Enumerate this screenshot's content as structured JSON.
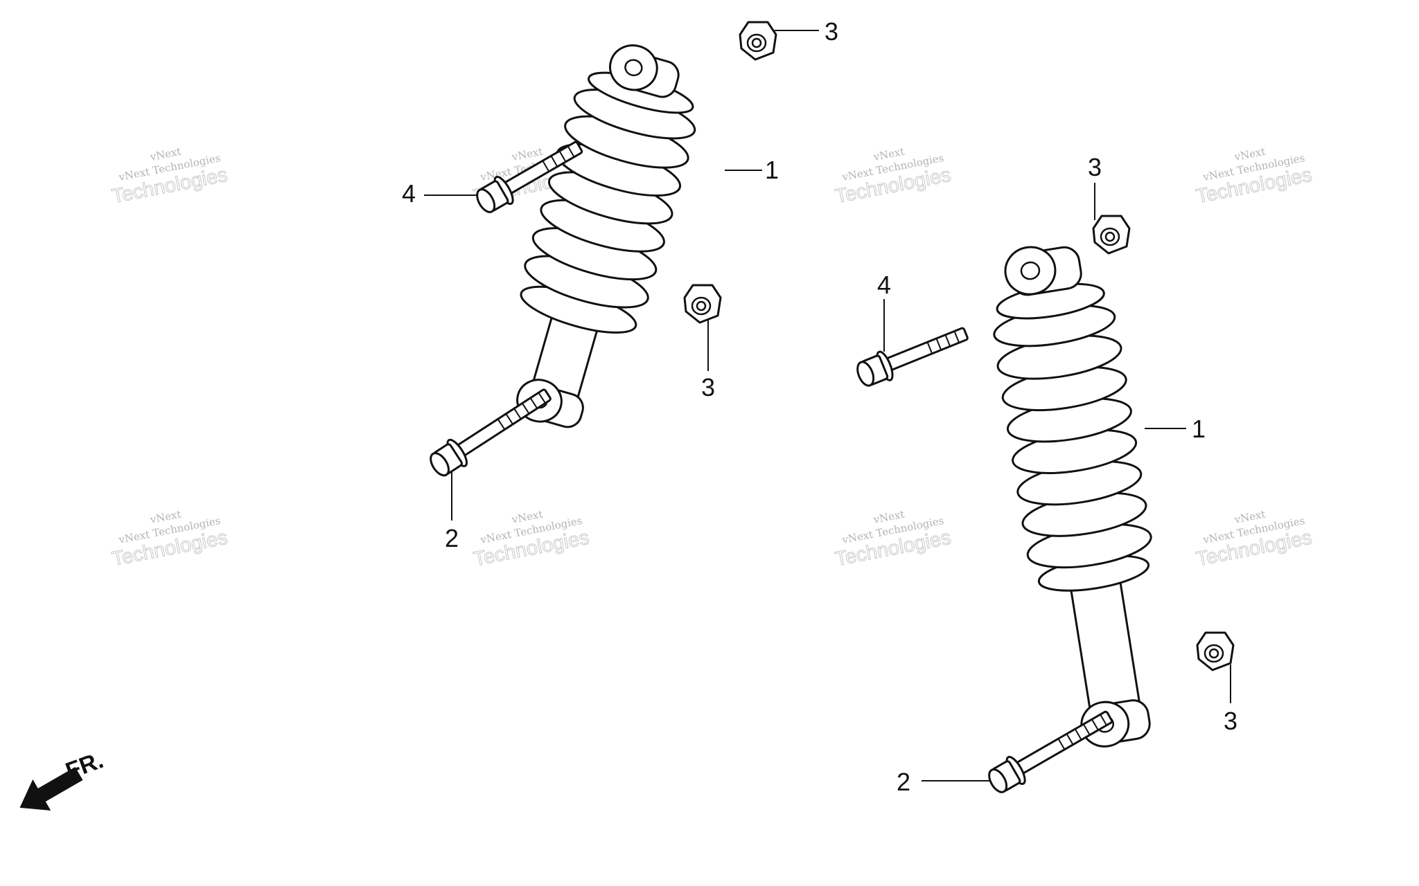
{
  "callouts": {
    "shock_absorber": "1",
    "bolt_long": "2",
    "nut": "3",
    "bolt_short": "4"
  },
  "watermark": {
    "line1": "vNext",
    "line2": "vNext Technologies",
    "line3": "Technologies"
  },
  "direction_indicator": {
    "label": "FR."
  }
}
